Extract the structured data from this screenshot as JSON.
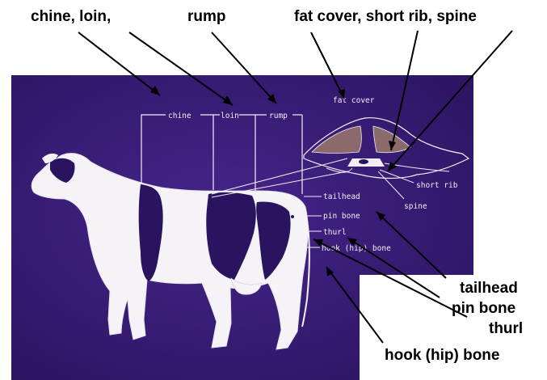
{
  "outer_labels": {
    "chine_loin": "chine, loin,",
    "rump": "rump",
    "fat_short_spine": "fat cover, short rib, spine",
    "tailhead": "tailhead",
    "pin_bone": "pin bone",
    "thurl": "thurl",
    "hook_bone": "hook (hip) bone"
  },
  "board_labels": {
    "chine": "chine",
    "loin": "loin",
    "rump": "rump",
    "fat_cover": "fat cover",
    "short_rib": "short rib",
    "spine": "spine",
    "tailhead": "tailhead",
    "pin_bone": "pin bone",
    "thurl": "thurl",
    "hook_bone": "hook (hip) bone"
  },
  "colors": {
    "board": "#3b1f7a",
    "board_dark": "#241052",
    "cow": "#f6f3f8",
    "line": "#000000",
    "fat_layer": "#8a6a6a"
  }
}
